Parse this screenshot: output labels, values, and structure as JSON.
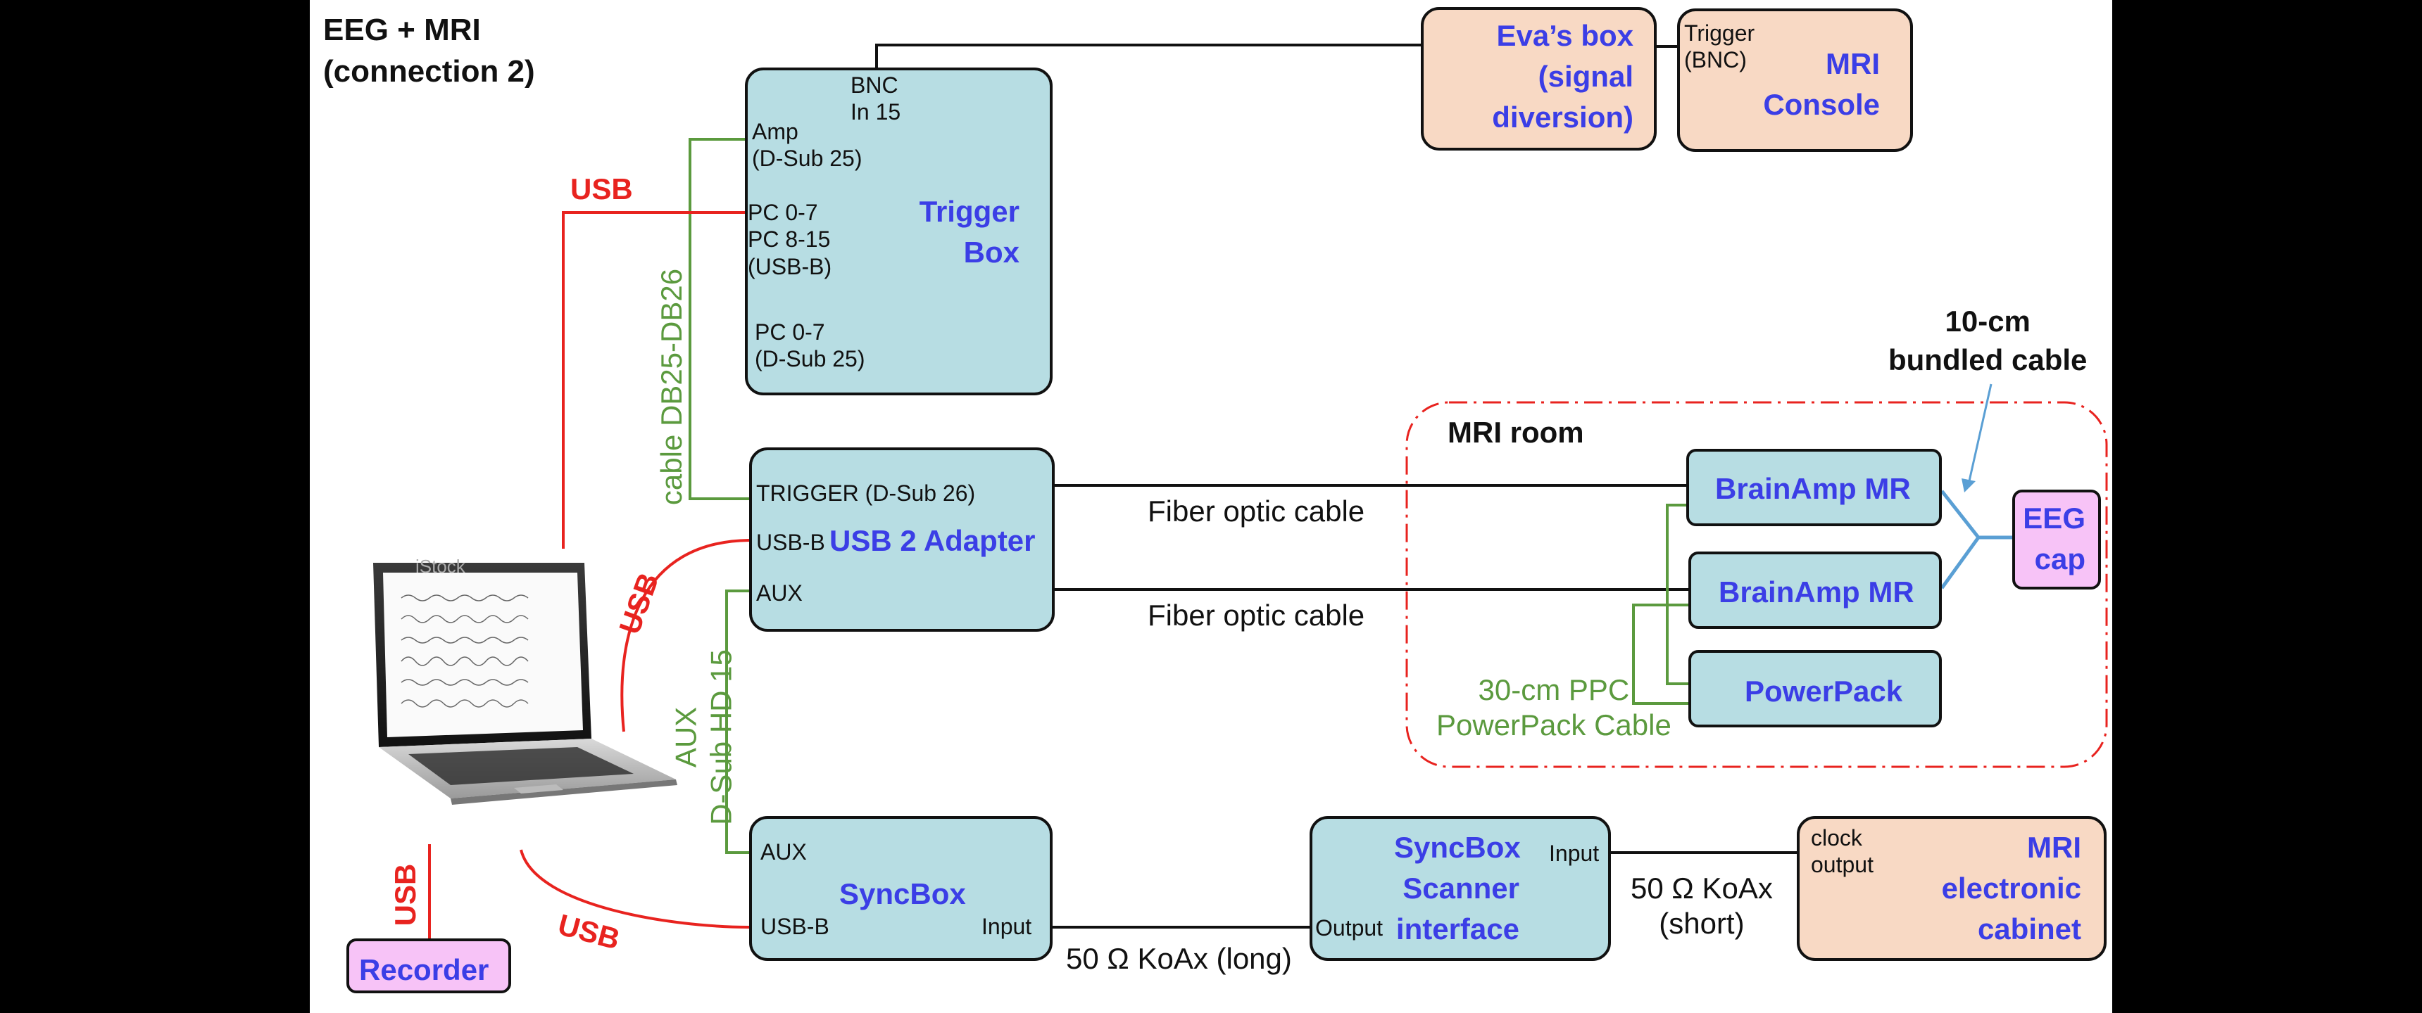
{
  "title": {
    "line1": "EEG + MRI",
    "line2": "(connection 2)"
  },
  "colors": {
    "box_teal": "#b7dde3",
    "box_peach": "#f8d9c4",
    "box_pink": "#f7c3f7",
    "title_blue": "#3b3ee6",
    "usb_red": "#e8231f",
    "cable_green": "#5b9a3e",
    "mri_room_red": "#e8231f",
    "bundle_blue": "#5a9fd4"
  },
  "trigger_box": {
    "title1": "Trigger",
    "title2": "Box",
    "bnc1": "BNC",
    "bnc2": "In 15",
    "amp1": "Amp",
    "amp2": "(D-Sub 25)",
    "pc07": "PC 0-7",
    "pc815": "PC 8-15",
    "usbb": "(USB-B)",
    "pc07b": "PC 0-7",
    "dsub25": "(D-Sub 25)"
  },
  "evas_box": {
    "line1": "Eva’s box",
    "line2": "(signal",
    "line3": "diversion)"
  },
  "mri_console": {
    "trigger": "Trigger",
    "bnc": "(BNC)",
    "line1": "MRI",
    "line2": "Console"
  },
  "usb_adapter": {
    "trigger": "TRIGGER (D-Sub 26)",
    "usbb": "USB-B",
    "title": "USB 2 Adapter",
    "aux": "AUX"
  },
  "cables": {
    "db25": "cable DB25-DB26",
    "aux1": "AUX",
    "aux2": "D-Sub HD 15",
    "fiber1": "Fiber optic cable",
    "fiber2": "Fiber optic cable",
    "koax_long": "50 Ω KoAx (long)",
    "koax_short1": "50 Ω KoAx",
    "koax_short2": "(short)",
    "ppc1": "30-cm PPC",
    "ppc2": "PowerPack Cable",
    "usb1": "USB",
    "usb2": "USB",
    "usb3": "USB",
    "usb4": "USB"
  },
  "mri_room": {
    "label": "MRI room",
    "brainamp1": "BrainAmp MR",
    "brainamp2": "BrainAmp MR",
    "powerpack": "PowerPack",
    "eeg1": "EEG",
    "eeg2": "cap",
    "bundle1": "10-cm",
    "bundle2": "bundled cable"
  },
  "syncbox": {
    "aux": "AUX",
    "title": "SyncBox",
    "usbb": "USB-B",
    "input": "Input"
  },
  "scanner_interface": {
    "output": "Output",
    "input": "Input",
    "line1": "SyncBox",
    "line2": "Scanner",
    "line3": "interface"
  },
  "mri_cabinet": {
    "clock": "clock",
    "output": "output",
    "line1": "MRI",
    "line2": "electronic",
    "line3": "cabinet"
  },
  "recorder": {
    "label": "Recorder"
  },
  "laptop": {
    "watermark": "iStock"
  }
}
